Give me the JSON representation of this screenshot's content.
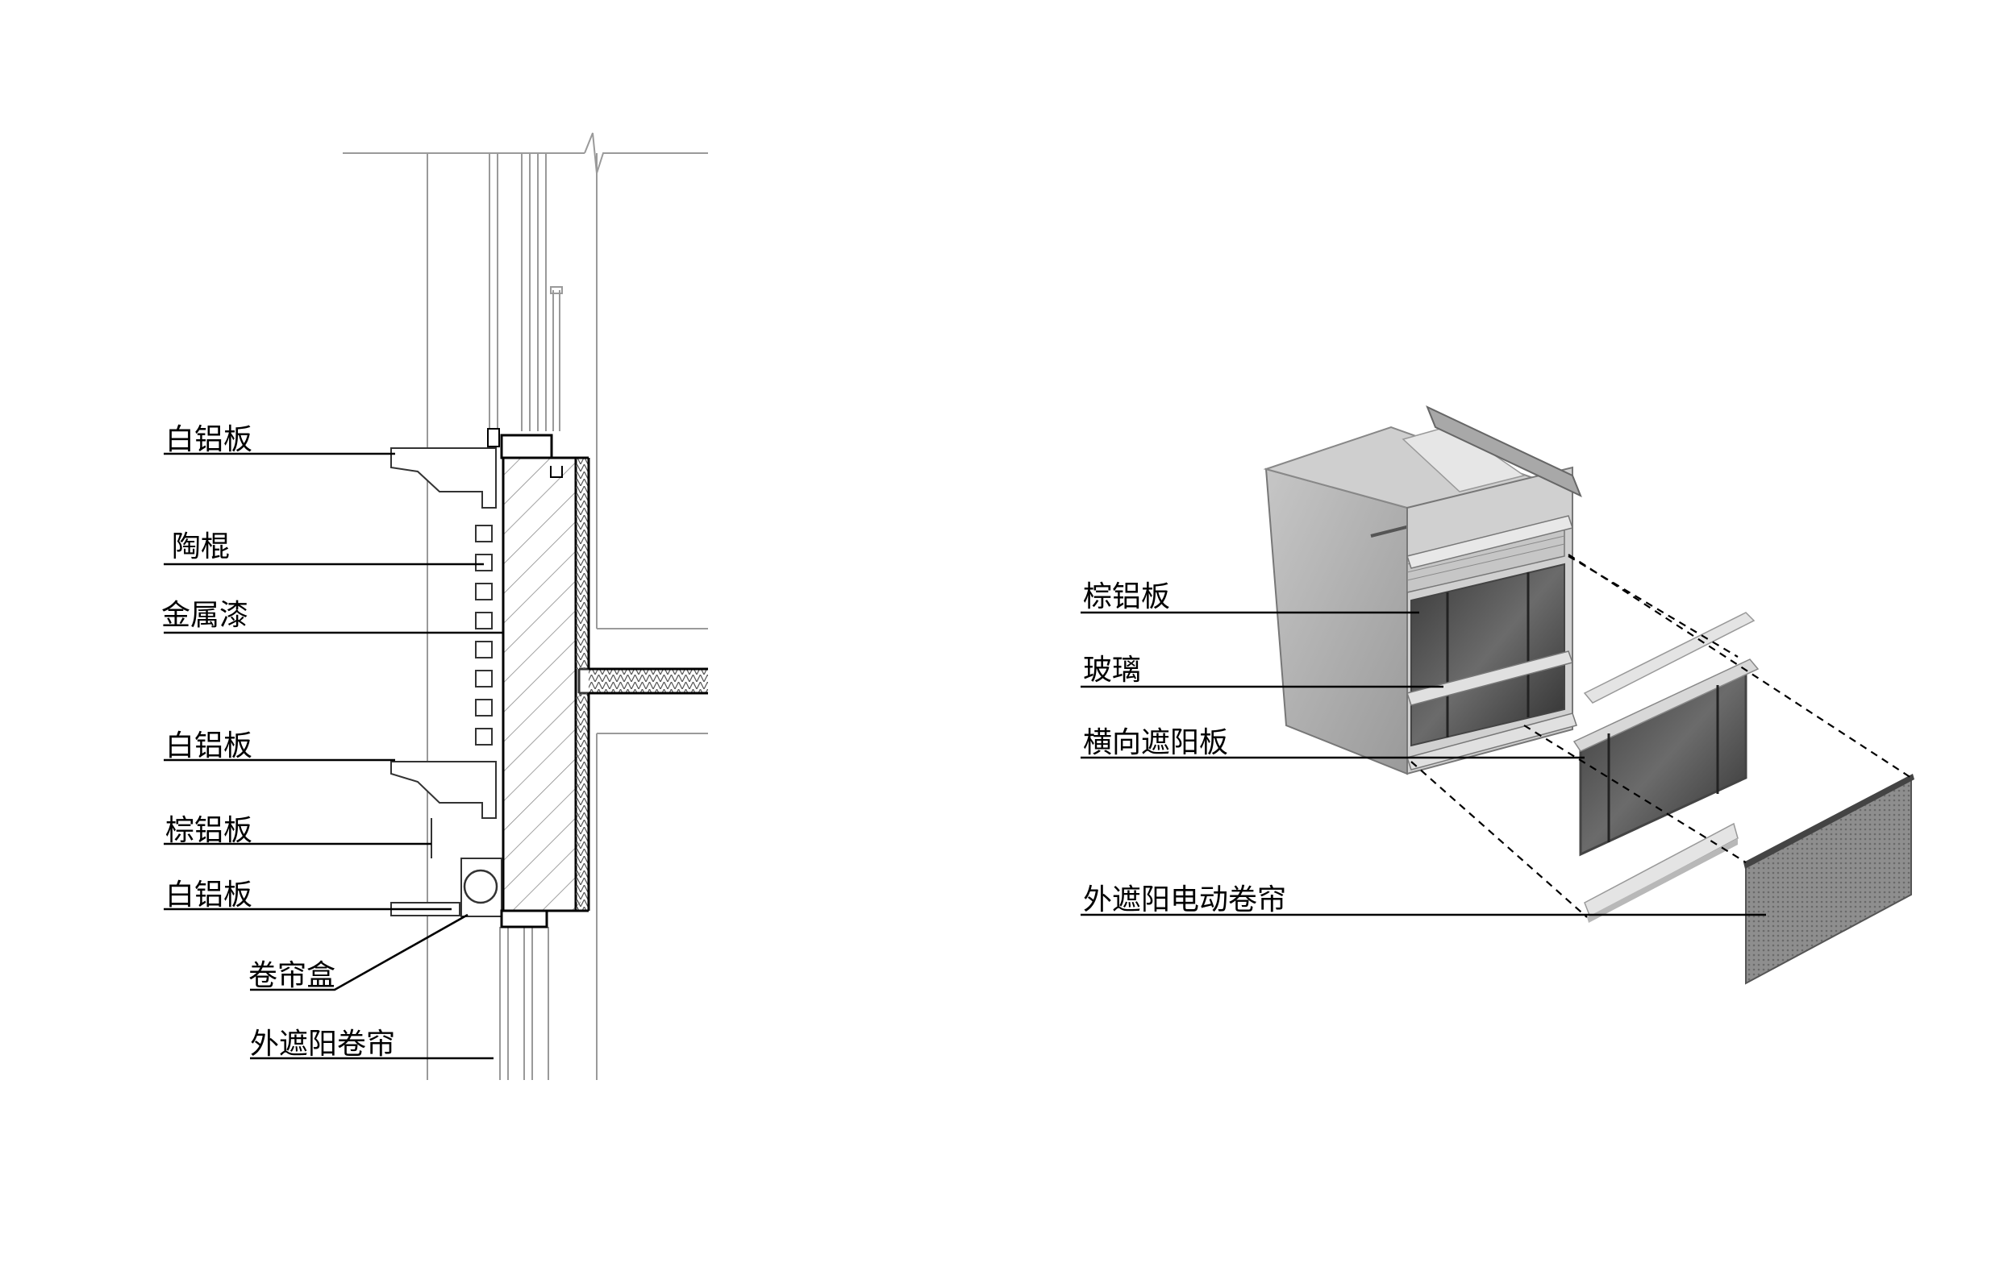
{
  "section_labels": [
    "白铝板",
    "陶棍",
    "金属漆",
    "白铝板",
    "棕铝板",
    "白铝板",
    "卷帘盒",
    "外遮阳卷帘"
  ],
  "axon_labels": [
    "棕铝板",
    "玻璃",
    "横向遮阳板",
    "外遮阳电动卷帘"
  ],
  "colors": {
    "line": "#000000",
    "thin_line": "#8c8c8c",
    "hatch": "#777777",
    "box_light": "#d8d8d8",
    "box_mid": "#b4b4b4",
    "box_dark": "#8a8a8a",
    "glass": "#4a4a4a",
    "screen": "#7c7c7c"
  }
}
